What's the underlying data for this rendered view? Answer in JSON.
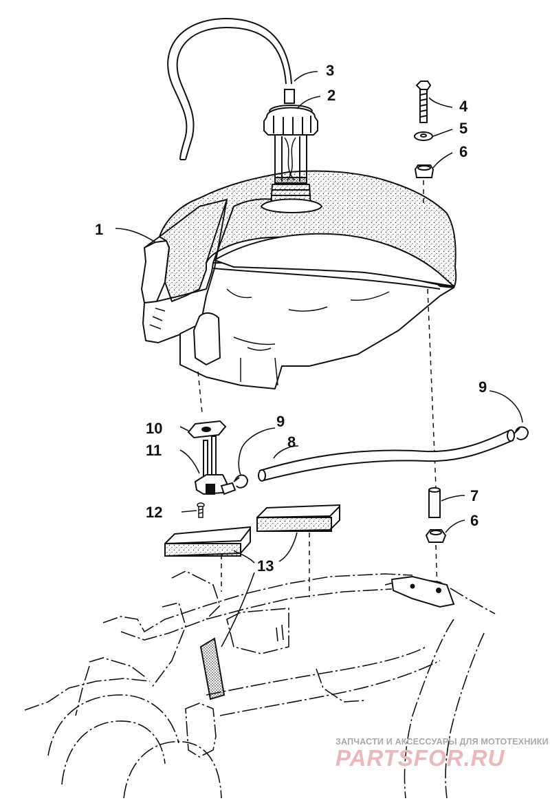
{
  "callouts": [
    {
      "id": "1",
      "label": "1"
    },
    {
      "id": "2",
      "label": "2"
    },
    {
      "id": "3",
      "label": "3"
    },
    {
      "id": "4",
      "label": "4"
    },
    {
      "id": "5",
      "label": "5"
    },
    {
      "id": "6a",
      "label": "6"
    },
    {
      "id": "6b",
      "label": "6"
    },
    {
      "id": "7",
      "label": "7"
    },
    {
      "id": "8",
      "label": "8"
    },
    {
      "id": "9a",
      "label": "9"
    },
    {
      "id": "9b",
      "label": "9"
    },
    {
      "id": "10",
      "label": "10"
    },
    {
      "id": "11",
      "label": "11"
    },
    {
      "id": "12",
      "label": "12"
    },
    {
      "id": "13",
      "label": "13"
    }
  ],
  "watermark": {
    "tagline": "ЗАПЧАСТИ И АКСЕССУАРЫ ДЛЯ МОТОТЕХНИКИ",
    "logo": "PARTSFOR.RU"
  },
  "colors": {
    "ink": "#111111",
    "watermark_gray": "#a9a9a9",
    "watermark_pink": "#e9b9ba"
  }
}
